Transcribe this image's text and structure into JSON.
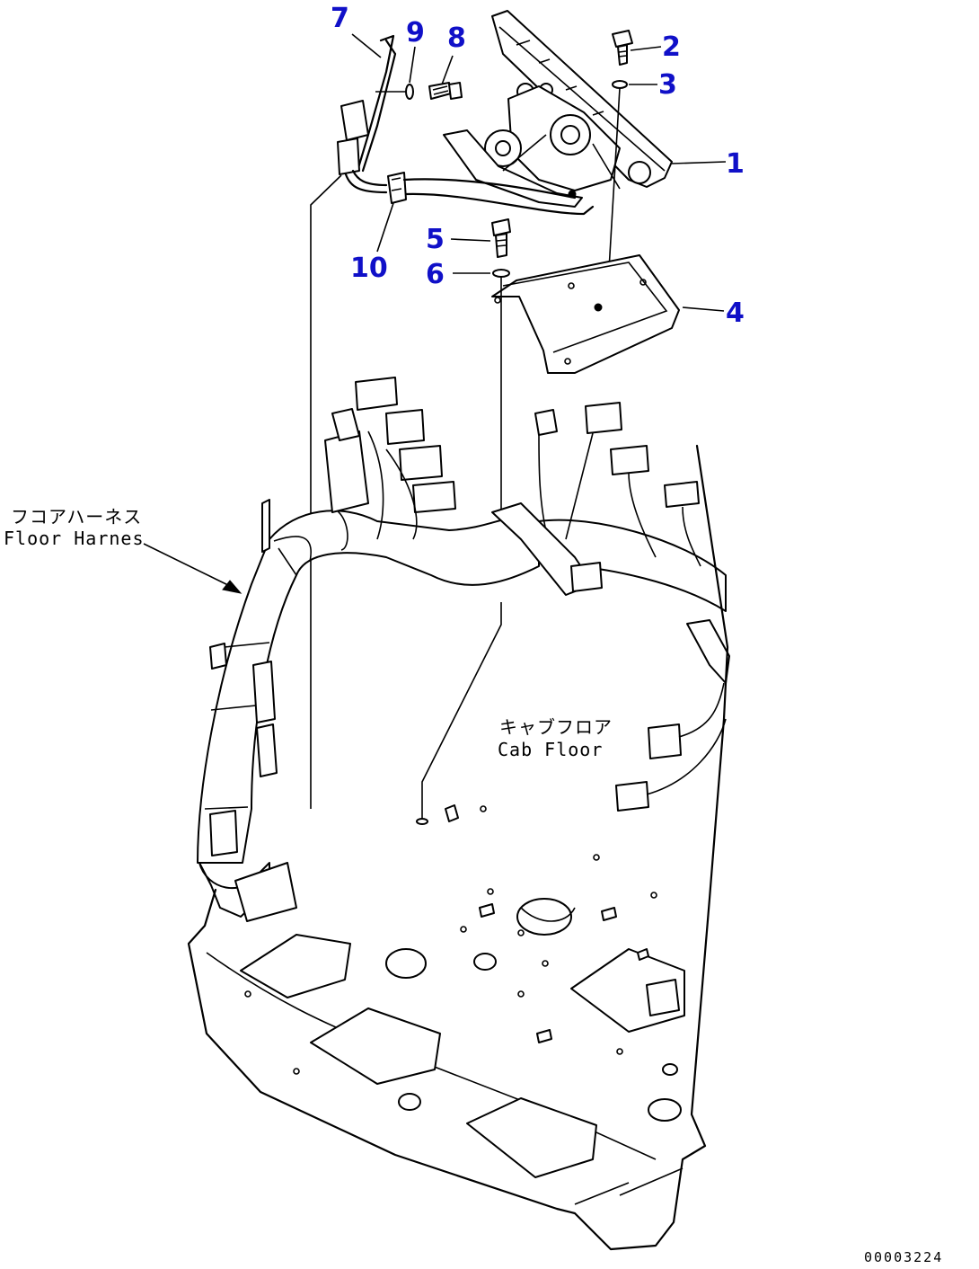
{
  "callouts": {
    "c1": "1",
    "c2": "2",
    "c3": "3",
    "c4": "4",
    "c5": "5",
    "c6": "6",
    "c7": "7",
    "c8": "8",
    "c9": "9",
    "c10": "10"
  },
  "labels": {
    "floor_harness_jp": "フコアハーネス",
    "floor_harness_en": "Floor Harnes",
    "cab_floor_jp": "キャブフロア",
    "cab_floor_en": "Cab Floor"
  },
  "drawing_code": "00003224",
  "colors": {
    "callout": "#1010c8",
    "line": "#000000",
    "background": "#ffffff"
  }
}
